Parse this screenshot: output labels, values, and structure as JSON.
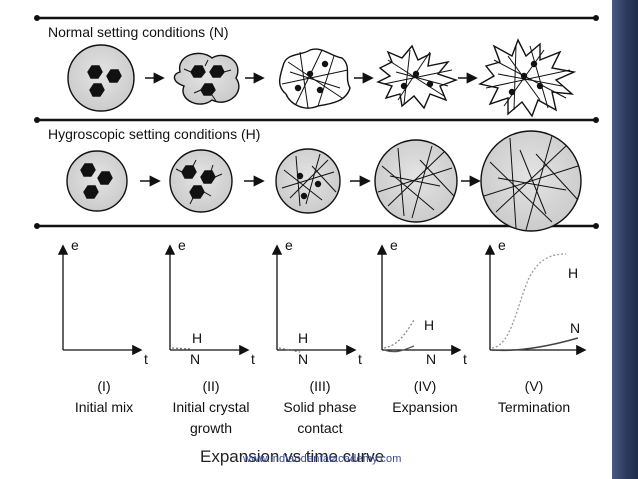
{
  "normal_row": {
    "title": "Normal setting conditions (N)"
  },
  "hygro_row": {
    "title": "Hygroscopic setting conditions (H)"
  },
  "axes": {
    "y_label": "e",
    "x_label": "t"
  },
  "stages": [
    {
      "roman": "(I)",
      "line1": "Initial mix",
      "line2": ""
    },
    {
      "roman": "(II)",
      "line1": "Initial crystal",
      "line2": "growth"
    },
    {
      "roman": "(III)",
      "line1": "Solid phase",
      "line2": "contact"
    },
    {
      "roman": "(IV)",
      "line1": "Expansion",
      "line2": ""
    },
    {
      "roman": "(V)",
      "line1": "Termination",
      "line2": ""
    }
  ],
  "curve_labels": {
    "h": "H",
    "n": "N"
  },
  "footer": {
    "title": "Expansion vs time curve",
    "watermark": "www.indiandentalacademy.com"
  },
  "colors": {
    "slide_edge": "#2c3a60",
    "watermark": "#3a4a9a",
    "ink": "#111111",
    "fill_gray": "#d6d6d6"
  }
}
